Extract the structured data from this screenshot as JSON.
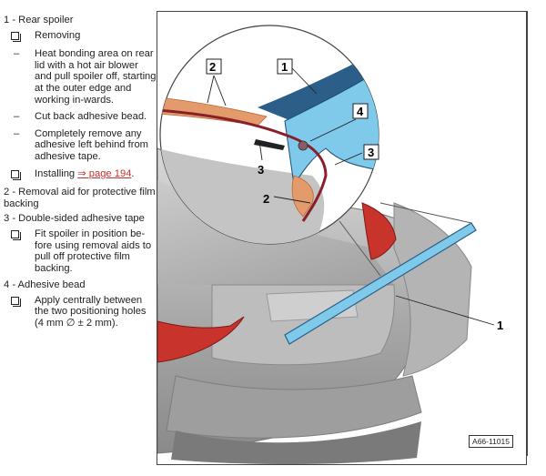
{
  "sections": [
    {
      "heading": "1 - Rear spoiler"
    },
    {
      "heading": "2 - Removal aid for protective film backing"
    },
    {
      "heading": "3 - Double-sided adhesive tape"
    },
    {
      "heading": "4 - Adhesive bead"
    }
  ],
  "steps": {
    "removing": "Removing",
    "heat": "Heat bonding area on rear lid with a hot air blower and pull spoiler off, starting at the outer edge and working in-wards.",
    "cut": "Cut back adhesive bead.",
    "remove_adhesive": "Completely remove any adhesive left behind from adhesive tape.",
    "installing_prefix": "Installing",
    "installing_link": "⇒ page 194",
    "installing_suffix": ".",
    "fit": "Fit spoiler in position be-fore using removal aids to pull off protective film backing.",
    "apply": "Apply centrally between the two positioning holes (4 mm ∅ ± 2 mm)."
  },
  "figure": {
    "code": "A66-11015",
    "callouts": {
      "c1": "1",
      "c2": "2",
      "c3": "3",
      "c4": "4"
    }
  },
  "colors": {
    "spoiler_blue": "#7fc9ea",
    "spoiler_dark": "#2b5f8a",
    "tape_orange": "#e39b6b",
    "taillight_red": "#c8342c",
    "link_red": "#c0322f"
  }
}
